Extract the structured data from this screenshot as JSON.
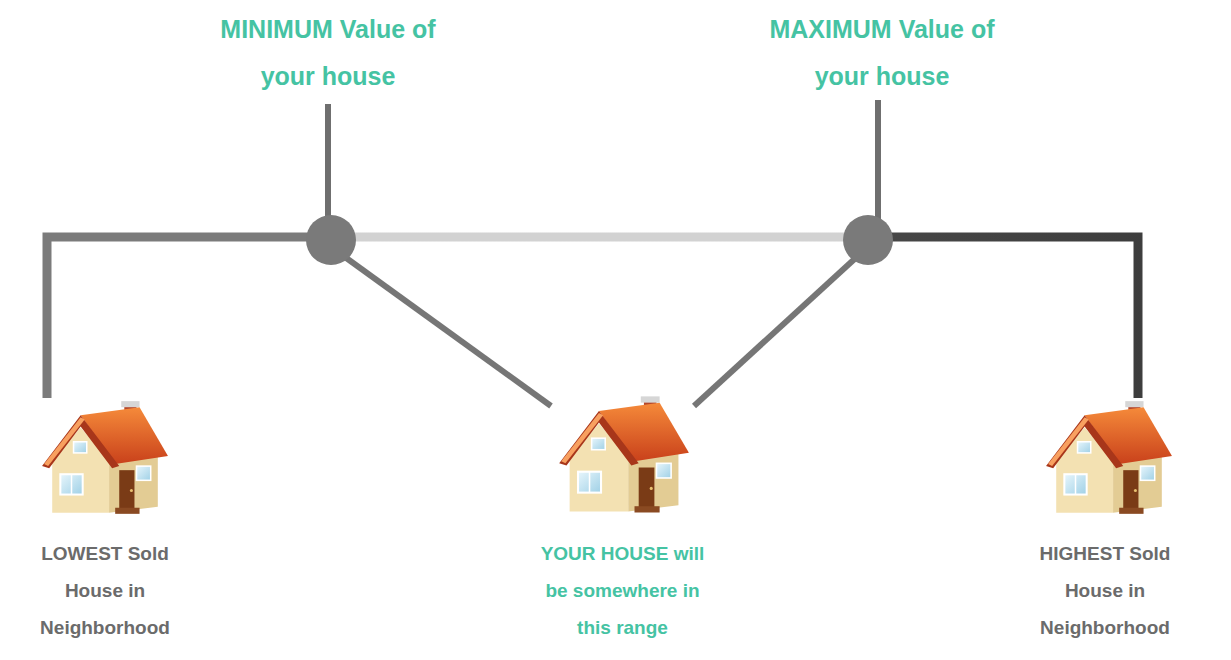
{
  "diagram": {
    "nodes": [
      {
        "text": [
          "LOWEST Sold House in Neighborhood"
        ]
      },
      {
        "text": [
          "YOUR HOUSE will be somewhere in this range"
        ]
      },
      {
        "text": [
          "HIGHEST Sold House in Neighborhood"
        ]
      }
    ],
    "edges": [
      {
        "from": 0,
        "to": 2,
        "arrow": "none"
      }
    ],
    "labels": [
      "MINIMUM Value of your house",
      "MAXIMUM Value of your house"
    ]
  }
}
